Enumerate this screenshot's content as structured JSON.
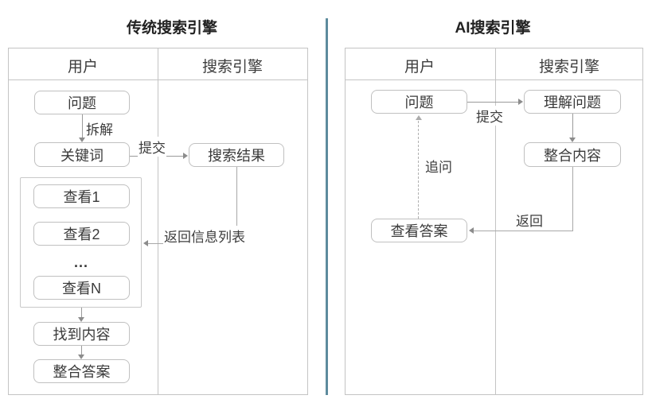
{
  "diagram": {
    "left": {
      "title": "传统搜索引擎",
      "col_user": "用户",
      "col_engine": "搜索引擎",
      "nodes": {
        "question": "问题",
        "keywords": "关键词",
        "search_results": "搜索结果",
        "view_1": "查看1",
        "view_2": "查看2",
        "view_more": "...",
        "view_n": "查看N",
        "find_content": "找到内容",
        "merge_answer": "整合答案"
      },
      "labels": {
        "decompose": "拆解",
        "submit": "提交",
        "return_list": "返回信息列表"
      }
    },
    "right": {
      "title": "AI搜索引擎",
      "col_user": "用户",
      "col_engine": "搜索引擎",
      "nodes": {
        "question": "问题",
        "understand_question": "理解问题",
        "merge_content": "整合内容",
        "view_answer": "查看答案"
      },
      "labels": {
        "submit": "提交",
        "return": "返回",
        "follow_up": "追问"
      }
    },
    "colors": {
      "divider": "#5d8b9d",
      "panel_border": "#c4c4c4",
      "node_border": "#c0c0c0",
      "connector": "#9a9a9a",
      "text": "#3d3d3d"
    }
  }
}
